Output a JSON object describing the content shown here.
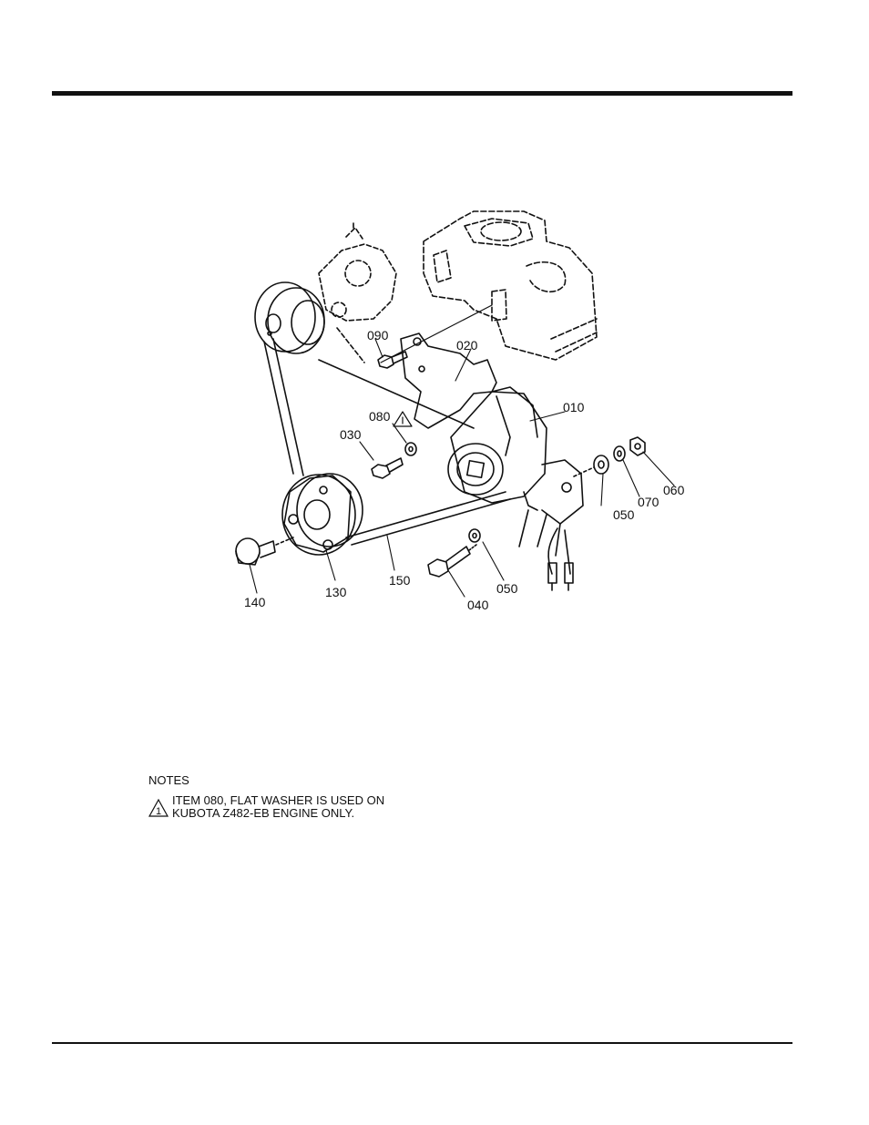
{
  "callouts": {
    "c010": "010",
    "c020": "020",
    "c030": "030",
    "c040": "040",
    "c050a": "050",
    "c050b": "050",
    "c060": "060",
    "c070": "070",
    "c080": "080",
    "c090": "090",
    "c130": "130",
    "c140": "140",
    "c150": "150"
  },
  "notes": {
    "title": "NOTES",
    "marker": "1",
    "line1": "ITEM 080, FLAT WASHER IS USED ON",
    "line2": "KUBOTA Z482-EB ENGINE ONLY."
  },
  "icons": [
    "warning-triangle-icon"
  ]
}
